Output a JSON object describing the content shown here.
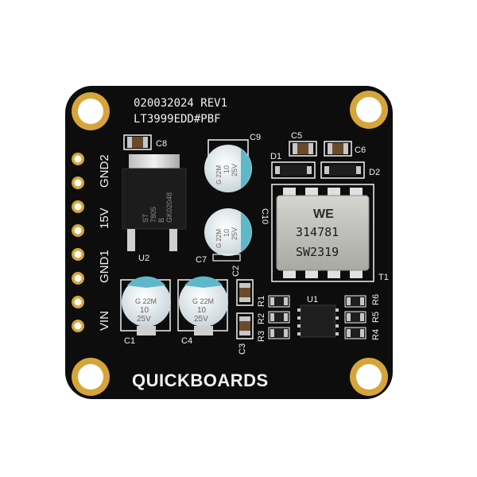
{
  "board": {
    "part_number": "020032024 REV1",
    "chip_name": "LT3999EDD#PBF",
    "brand": "QUICKBOARDS",
    "pin_labels": [
      "GND2",
      "15V",
      "GND1",
      "VIN"
    ]
  },
  "designators": {
    "c1": "C1",
    "c2": "C2",
    "c3": "C3",
    "c4": "C4",
    "c5": "C5",
    "c6": "C6",
    "c7": "C7",
    "c8": "C8",
    "c9": "C9",
    "c10": "C10",
    "d1": "D1",
    "d2": "D2",
    "t1": "T1",
    "u1": "U1",
    "u2": "U2",
    "r1": "R1",
    "r2": "R2",
    "r3": "R3",
    "r4": "R4",
    "r5": "R5",
    "r6": "R6"
  },
  "transformer": {
    "logo": "WE",
    "code": "314781",
    "label": "SW2319"
  },
  "capacitor_marking": {
    "line1": "G 22M",
    "line2": "10",
    "line3": "25V"
  },
  "regulator": {
    "logo": "ST",
    "line1": "7805",
    "line2": "B",
    "line3": "GK02048"
  },
  "colors": {
    "pcb": "#0d0d0d",
    "gold": "#d6a53a",
    "silkscreen": "#f2f2f2",
    "capacitor": "#e8eef2",
    "capacitor_band": "#5fb8c9"
  }
}
